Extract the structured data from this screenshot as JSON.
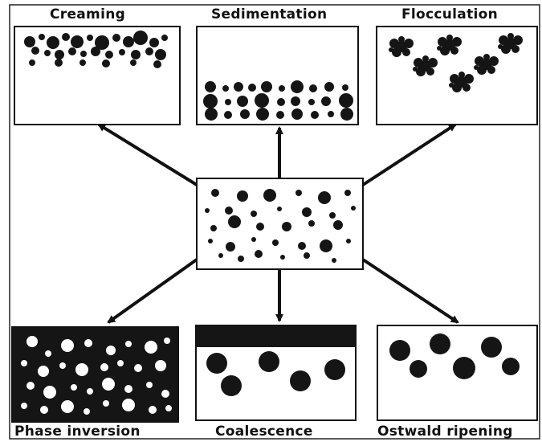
{
  "labels": {
    "creaming": "Creaming",
    "sedimentation": "Sedimentation",
    "flocculation": "Flocculation",
    "phase_inversion": "Phase inversion",
    "coalescence": "Coalescence",
    "ostwald_ripening": "Ostwald ripening"
  },
  "colors": {
    "droplet": "#151515",
    "background": "#ffffff",
    "ink": "#111111"
  }
}
